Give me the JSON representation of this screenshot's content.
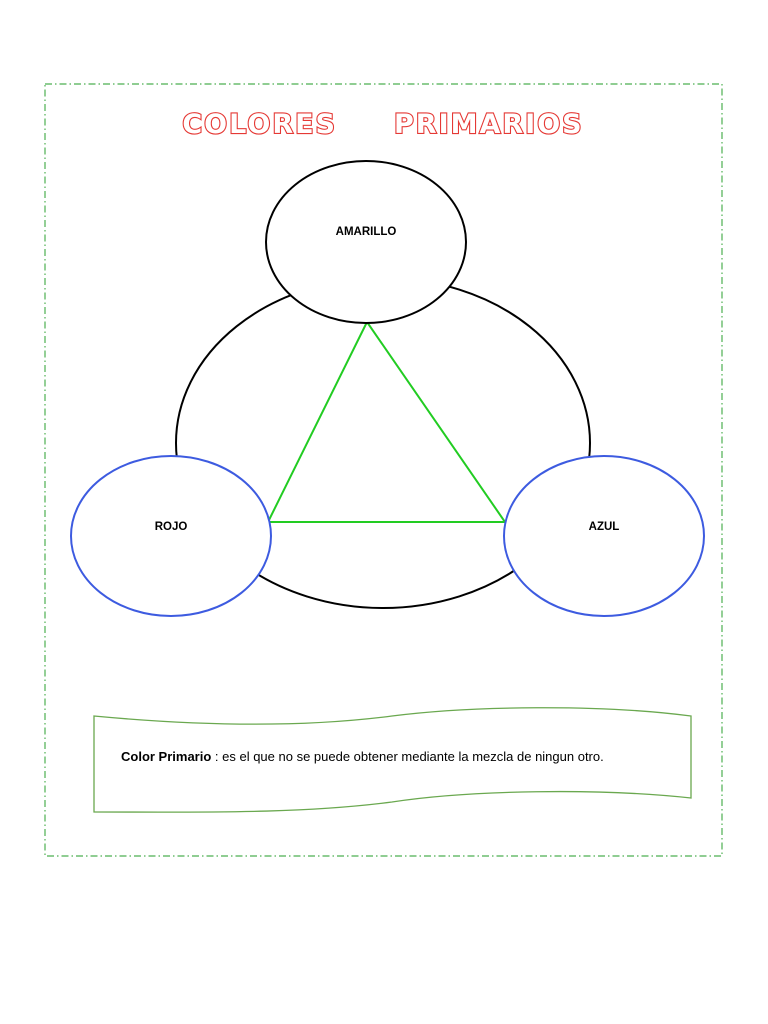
{
  "title": "COLORES     PRIMARIOS",
  "nodes": {
    "top": "AMARILLO",
    "left": "ROJO",
    "right": "AZUL"
  },
  "definition": {
    "term": "Color Primario",
    "text": " : es el que no se puede obtener mediante la mezcla de ningun otro."
  },
  "colors": {
    "title_outline": "#e53935",
    "big_circle": "#000000",
    "top_ellipse": "#000000",
    "side_ellipses": "#3d5be0",
    "triangle": "#22cc22",
    "frame": "#4caf50",
    "banner": "#6aa84f"
  }
}
